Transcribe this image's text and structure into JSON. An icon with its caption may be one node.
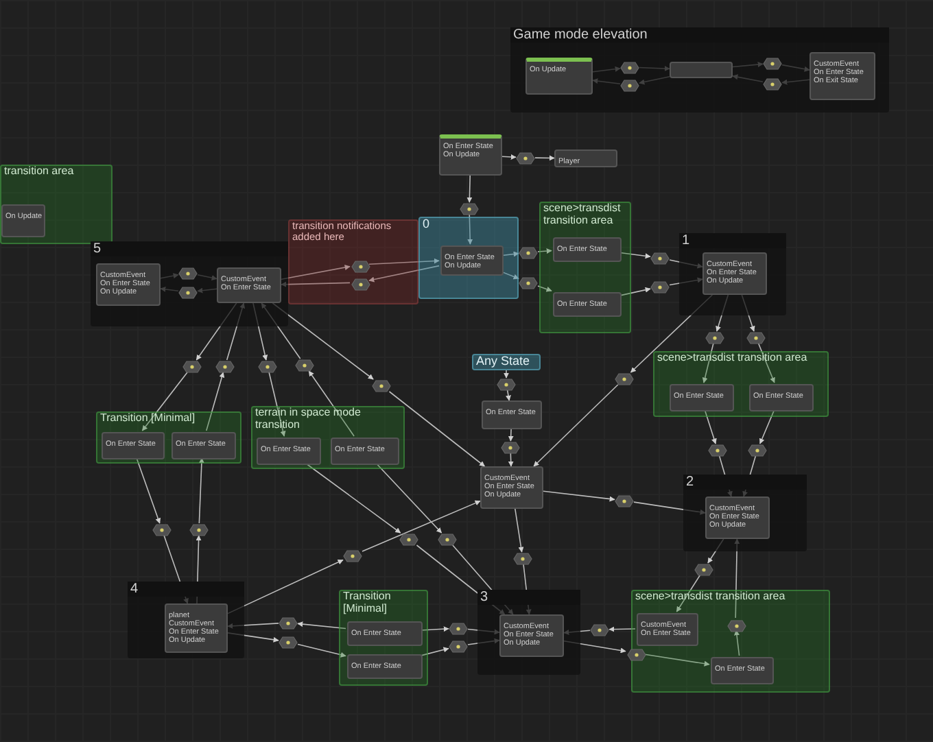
{
  "diagram": {
    "nodes": [
      {
        "text": [
          "Game mode elevation"
        ]
      },
      {
        "text": [
          "On Update"
        ],
        "in": 0
      },
      {
        "text": [],
        "shape": "hexagon",
        "in": 0
      },
      {
        "text": [],
        "shape": "hexagon",
        "in": 0
      },
      {
        "text": [],
        "shape": "box",
        "in": 0
      },
      {
        "text": [],
        "shape": "hexagon",
        "in": 0
      },
      {
        "text": [],
        "shape": "hexagon",
        "in": 0
      },
      {
        "text": [
          "CustomEvent",
          "On Enter State",
          "On Exit State"
        ],
        "in": 0
      },
      {
        "text": [
          "transition area"
        ]
      },
      {
        "text": [
          "On Update"
        ],
        "in": 8
      },
      {
        "text": [
          "On Enter State",
          "On Update"
        ]
      },
      {
        "text": [],
        "shape": "hexagon"
      },
      {
        "text": [
          "Player"
        ]
      },
      {
        "text": [
          "transition notifications added here"
        ]
      },
      {
        "text": [
          "5"
        ]
      },
      {
        "text": [
          "CustomEvent",
          "On Enter State",
          "On Update"
        ],
        "in": 14
      },
      {
        "text": [],
        "shape": "hexagon",
        "in": 14
      },
      {
        "text": [],
        "shape": "hexagon",
        "in": 14
      },
      {
        "text": [
          "CustomEvent",
          "On Enter State"
        ],
        "in": 14
      },
      {
        "text": [],
        "shape": "hexagon",
        "in": 13
      },
      {
        "text": [],
        "shape": "hexagon",
        "in": 13
      },
      {
        "text": [],
        "shape": "hexagon"
      },
      {
        "text": [
          "0"
        ]
      },
      {
        "text": [
          "On Enter State",
          "On Update"
        ],
        "in": 22
      },
      {
        "text": [
          "scene>transdist transition area"
        ]
      },
      {
        "text": [],
        "shape": "hexagon"
      },
      {
        "text": [],
        "shape": "hexagon"
      },
      {
        "text": [
          "On Enter State"
        ],
        "in": 24
      },
      {
        "text": [
          "On Enter State"
        ],
        "in": 24
      },
      {
        "text": [],
        "shape": "hexagon"
      },
      {
        "text": [],
        "shape": "hexagon"
      },
      {
        "text": [
          "1"
        ]
      },
      {
        "text": [
          "CustomEvent",
          "On Enter State",
          "On Update"
        ],
        "in": 31
      },
      {
        "text": [],
        "shape": "hexagon"
      },
      {
        "text": [],
        "shape": "hexagon"
      },
      {
        "text": [
          "Any State"
        ]
      },
      {
        "text": [],
        "shape": "hexagon"
      },
      {
        "text": [
          "scene>transdist transition area"
        ]
      },
      {
        "text": [
          "On Enter State"
        ],
        "in": 37
      },
      {
        "text": [
          "On Enter State"
        ],
        "in": 37
      },
      {
        "text": [],
        "shape": "hexagon"
      },
      {
        "text": [
          "On Enter State"
        ]
      },
      {
        "text": [],
        "shape": "hexagon"
      },
      {
        "text": [],
        "shape": "hexagon"
      },
      {
        "text": [],
        "shape": "hexagon"
      },
      {
        "text": [],
        "shape": "hexagon"
      },
      {
        "text": [],
        "shape": "hexagon"
      },
      {
        "text": [
          "Transition [Minimal]"
        ]
      },
      {
        "text": [
          "On Enter State"
        ],
        "in": 47
      },
      {
        "text": [
          "On Enter State"
        ],
        "in": 47
      },
      {
        "text": [
          "terrain in space mode transition"
        ]
      },
      {
        "text": [
          "On Enter State"
        ],
        "in": 50
      },
      {
        "text": [
          "On Enter State"
        ],
        "in": 50
      },
      {
        "text": [],
        "shape": "hexagon"
      },
      {
        "text": [],
        "shape": "hexagon"
      },
      {
        "text": [],
        "shape": "hexagon"
      },
      {
        "text": [
          "CustomEvent",
          "On Enter State",
          "On Update"
        ]
      },
      {
        "text": [
          "2"
        ]
      },
      {
        "text": [
          "CustomEvent",
          "On Enter State",
          "On Update"
        ],
        "in": 57
      },
      {
        "text": [],
        "shape": "hexagon"
      },
      {
        "text": [],
        "shape": "hexagon"
      },
      {
        "text": [],
        "shape": "hexagon"
      },
      {
        "text": [],
        "shape": "hexagon"
      },
      {
        "text": [],
        "shape": "hexagon"
      },
      {
        "text": [],
        "shape": "hexagon"
      },
      {
        "text": [],
        "shape": "hexagon"
      },
      {
        "text": [
          "4"
        ]
      },
      {
        "text": [
          "planet",
          "CustomEvent",
          "On Enter State",
          "On Update"
        ],
        "in": 66
      },
      {
        "text": [
          "Transition [Minimal]"
        ]
      },
      {
        "text": [
          "On Enter State"
        ],
        "in": 68
      },
      {
        "text": [
          "On Enter State"
        ],
        "in": 68
      },
      {
        "text": [
          "3"
        ]
      },
      {
        "text": [
          "CustomEvent",
          "On Enter State",
          "On Update"
        ],
        "in": 71
      },
      {
        "text": [
          "scene>transdist transition area"
        ]
      },
      {
        "text": [
          "CustomEvent",
          "On Enter State"
        ],
        "in": 73
      },
      {
        "text": [
          "On Enter State"
        ],
        "in": 73
      },
      {
        "text": [],
        "shape": "hexagon",
        "in": 73
      },
      {
        "text": [],
        "shape": "hexagon"
      },
      {
        "text": [],
        "shape": "hexagon"
      },
      {
        "text": [],
        "shape": "hexagon"
      },
      {
        "text": [],
        "shape": "hexagon"
      },
      {
        "text": [],
        "shape": "hexagon"
      },
      {
        "text": [],
        "shape": "hexagon",
        "in": 73
      },
      {
        "text": [],
        "shape": "hexagon"
      }
    ],
    "edges": [
      {
        "from": 1,
        "to": 2,
        "arrow": "to"
      },
      {
        "from": 2,
        "to": 4,
        "arrow": "to"
      },
      {
        "from": 4,
        "to": 3,
        "arrow": "to"
      },
      {
        "from": 3,
        "to": 1,
        "arrow": "to"
      },
      {
        "from": 4,
        "to": 5,
        "arrow": "to"
      },
      {
        "from": 5,
        "to": 7,
        "arrow": "to"
      },
      {
        "from": 7,
        "to": 6,
        "arrow": "to"
      },
      {
        "from": 6,
        "to": 4,
        "arrow": "to"
      },
      {
        "from": 10,
        "to": 11,
        "arrow": "to"
      },
      {
        "from": 11,
        "to": 12,
        "arrow": "to"
      },
      {
        "from": 10,
        "to": 21,
        "arrow": "to"
      },
      {
        "from": 21,
        "to": 23,
        "arrow": "to"
      },
      {
        "from": 18,
        "to": 19,
        "arrow": "to"
      },
      {
        "from": 19,
        "to": 23,
        "arrow": "to"
      },
      {
        "from": 23,
        "to": 20,
        "arrow": "to"
      },
      {
        "from": 20,
        "to": 18,
        "arrow": "to"
      },
      {
        "from": 15,
        "to": 16,
        "arrow": "to"
      },
      {
        "from": 16,
        "to": 18,
        "arrow": "to"
      },
      {
        "from": 18,
        "to": 17,
        "arrow": "to"
      },
      {
        "from": 17,
        "to": 15,
        "arrow": "to"
      },
      {
        "from": 23,
        "to": 25,
        "arrow": "to"
      },
      {
        "from": 25,
        "to": 27,
        "arrow": "to"
      },
      {
        "from": 23,
        "to": 26,
        "arrow": "to"
      },
      {
        "from": 26,
        "to": 28,
        "arrow": "to"
      },
      {
        "from": 27,
        "to": 29,
        "arrow": "to"
      },
      {
        "from": 29,
        "to": 32,
        "arrow": "to"
      },
      {
        "from": 28,
        "to": 30,
        "arrow": "to"
      },
      {
        "from": 30,
        "to": 32,
        "arrow": "to"
      },
      {
        "from": 32,
        "to": 33,
        "arrow": "to"
      },
      {
        "from": 33,
        "to": 38,
        "arrow": "to"
      },
      {
        "from": 32,
        "to": 34,
        "arrow": "to"
      },
      {
        "from": 34,
        "to": 39,
        "arrow": "to"
      },
      {
        "from": 38,
        "to": 54,
        "arrow": "to"
      },
      {
        "from": 54,
        "to": 58,
        "arrow": "to"
      },
      {
        "from": 39,
        "to": 55,
        "arrow": "to"
      },
      {
        "from": 55,
        "to": 58,
        "arrow": "to"
      },
      {
        "from": 32,
        "to": 36,
        "arrow": "to"
      },
      {
        "from": 36,
        "to": 56,
        "arrow": "to"
      },
      {
        "from": 35,
        "to": 40,
        "arrow": "to"
      },
      {
        "from": 40,
        "to": 41,
        "arrow": "to"
      },
      {
        "from": 41,
        "to": 53,
        "arrow": "to"
      },
      {
        "from": 53,
        "to": 56,
        "arrow": "to"
      },
      {
        "from": 56,
        "to": 83,
        "arrow": "to"
      },
      {
        "from": 83,
        "to": 58,
        "arrow": "to"
      },
      {
        "from": 18,
        "to": 42,
        "arrow": "to"
      },
      {
        "from": 42,
        "to": 48,
        "arrow": "to"
      },
      {
        "from": 49,
        "to": 43,
        "arrow": "to"
      },
      {
        "from": 43,
        "to": 18,
        "arrow": "to"
      },
      {
        "from": 18,
        "to": 44,
        "arrow": "to"
      },
      {
        "from": 44,
        "to": 51,
        "arrow": "to"
      },
      {
        "from": 52,
        "to": 45,
        "arrow": "to"
      },
      {
        "from": 45,
        "to": 18,
        "arrow": "to"
      },
      {
        "from": 18,
        "to": 46,
        "arrow": "to"
      },
      {
        "from": 46,
        "to": 56,
        "arrow": "to"
      },
      {
        "from": 48,
        "to": 59,
        "arrow": "to"
      },
      {
        "from": 59,
        "to": 67,
        "arrow": "to"
      },
      {
        "from": 67,
        "to": 60,
        "arrow": "to"
      },
      {
        "from": 60,
        "to": 49,
        "arrow": "to"
      },
      {
        "from": 51,
        "to": 61,
        "arrow": "to"
      },
      {
        "from": 61,
        "to": 72,
        "arrow": "to"
      },
      {
        "from": 52,
        "to": 62,
        "arrow": "to"
      },
      {
        "from": 62,
        "to": 72,
        "arrow": "to"
      },
      {
        "from": 67,
        "to": 63,
        "arrow": "to"
      },
      {
        "from": 63,
        "to": 56,
        "arrow": "to"
      },
      {
        "from": 69,
        "to": 77,
        "arrow": "to"
      },
      {
        "from": 77,
        "to": 67,
        "arrow": "to"
      },
      {
        "from": 67,
        "to": 78,
        "arrow": "to"
      },
      {
        "from": 78,
        "to": 70,
        "arrow": "to"
      },
      {
        "from": 69,
        "to": 79,
        "arrow": "to"
      },
      {
        "from": 79,
        "to": 72,
        "arrow": "to"
      },
      {
        "from": 70,
        "to": 80,
        "arrow": "to"
      },
      {
        "from": 80,
        "to": 72,
        "arrow": "to"
      },
      {
        "from": 56,
        "to": 64,
        "arrow": "to"
      },
      {
        "from": 64,
        "to": 72,
        "arrow": "to"
      },
      {
        "from": 74,
        "to": 81,
        "arrow": "to"
      },
      {
        "from": 81,
        "to": 72,
        "arrow": "to"
      },
      {
        "from": 72,
        "to": 82,
        "arrow": "to"
      },
      {
        "from": 82,
        "to": 75,
        "arrow": "to"
      },
      {
        "from": 58,
        "to": 65,
        "arrow": "to"
      },
      {
        "from": 65,
        "to": 74,
        "arrow": "to"
      },
      {
        "from": 75,
        "to": 76,
        "arrow": "to"
      },
      {
        "from": 76,
        "to": 58,
        "arrow": "to"
      }
    ]
  }
}
